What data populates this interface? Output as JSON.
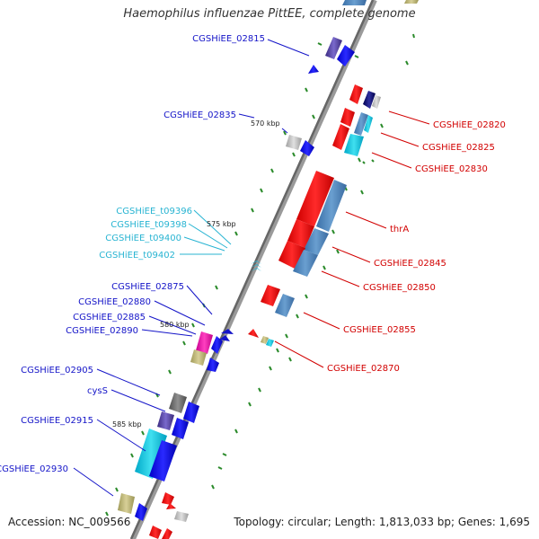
{
  "title": "Haemophilus influenzae PittEE, complete genome",
  "footer": {
    "accession": "Accession: NC_009566",
    "topology": "Topology: circular; Length: 1,813,033 bp; Genes: 1,695"
  },
  "colors": {
    "blue_label": "#1414c8",
    "red_label": "#d20000",
    "cyan_label": "#28b4d2"
  },
  "ticks": [
    "570 kbp",
    "575 kbp",
    "580 kbp",
    "585 kbp"
  ],
  "genes": [
    {
      "label": "CGSHiEE_02815",
      "color": "blue"
    },
    {
      "label": "CGSHiEE_02820",
      "color": "red"
    },
    {
      "label": "CGSHiEE_02835",
      "color": "blue"
    },
    {
      "label": "CGSHiEE_02825",
      "color": "red"
    },
    {
      "label": "CGSHiEE_02830",
      "color": "red"
    },
    {
      "label": "CGSHiEE_t09396",
      "color": "cyan"
    },
    {
      "label": "CGSHiEE_t09398",
      "color": "cyan"
    },
    {
      "label": "thrA",
      "color": "red"
    },
    {
      "label": "CGSHiEE_t09400",
      "color": "cyan"
    },
    {
      "label": "CGSHiEE_t09402",
      "color": "cyan"
    },
    {
      "label": "CGSHiEE_02845",
      "color": "red"
    },
    {
      "label": "CGSHiEE_02875",
      "color": "blue"
    },
    {
      "label": "CGSHiEE_02850",
      "color": "red"
    },
    {
      "label": "CGSHiEE_02880",
      "color": "blue"
    },
    {
      "label": "CGSHiEE_02885",
      "color": "blue"
    },
    {
      "label": "CGSHiEE_02855",
      "color": "red"
    },
    {
      "label": "CGSHiEE_02890",
      "color": "blue"
    },
    {
      "label": "CGSHiEE_02870",
      "color": "red"
    },
    {
      "label": "CGSHiEE_02905",
      "color": "blue"
    },
    {
      "label": "cysS",
      "color": "blue"
    },
    {
      "label": "CGSHiEE_02915",
      "color": "blue"
    },
    {
      "label": "CGSHiEE_02930",
      "color": "blue"
    }
  ]
}
